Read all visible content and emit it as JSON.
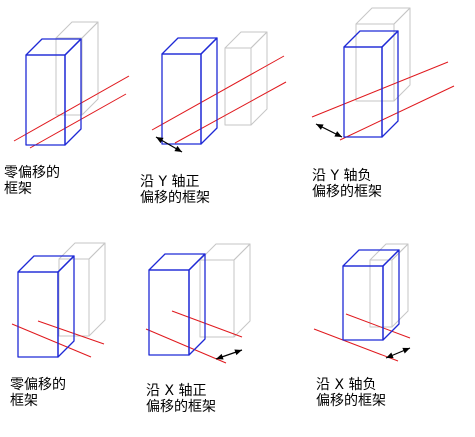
{
  "colors": {
    "frame": "#1f2ad6",
    "offset_frame": "#c6c6c6",
    "axis_line": "#e0191e",
    "dimension": "#000000",
    "background": "#ffffff"
  },
  "panels": [
    {
      "id": "zero-top",
      "caption": [
        "零偏移的",
        "框架"
      ]
    },
    {
      "id": "pos-y",
      "caption": [
        "沿 Y 轴正",
        "偏移的框架"
      ]
    },
    {
      "id": "neg-y",
      "caption": [
        "沿 Y 轴负",
        "偏移的框架"
      ]
    },
    {
      "id": "zero-bottom",
      "caption": [
        "零偏移的",
        "框架"
      ]
    },
    {
      "id": "pos-x",
      "caption": [
        "沿 X 轴正",
        "偏移的框架"
      ]
    },
    {
      "id": "neg-x",
      "caption": [
        "沿 X 轴负",
        "偏移的框架"
      ]
    }
  ]
}
